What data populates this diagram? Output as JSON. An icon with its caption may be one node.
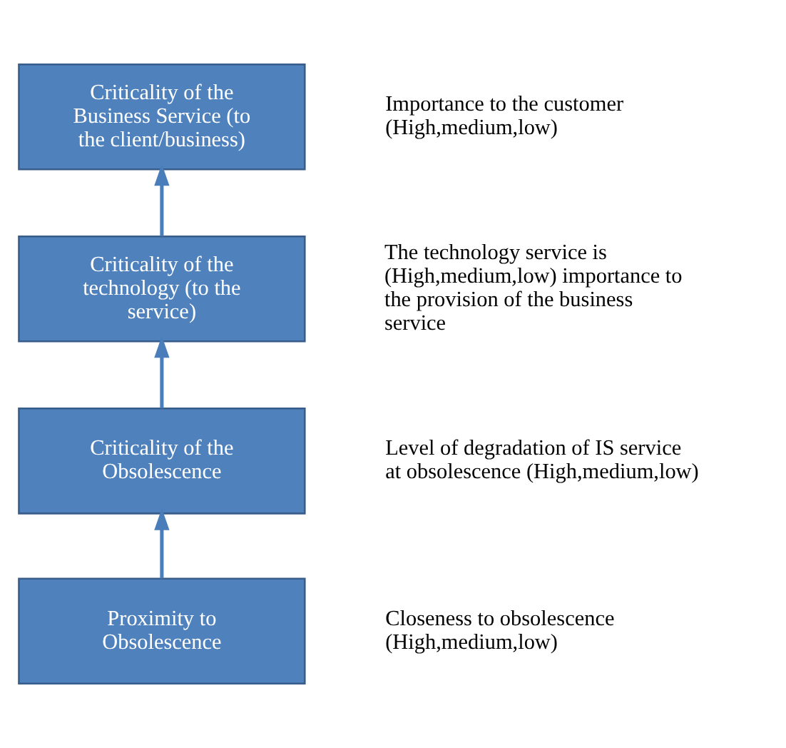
{
  "diagram": {
    "nodes": [
      {
        "text": [
          "Criticality of the Business Service (to the client/business)"
        ],
        "beside": [
          "Importance to the customer (High,medium,low)"
        ]
      },
      {
        "text": [
          "Criticality of the technology (to the service)"
        ],
        "beside": [
          "The technology service is (High,medium,low) importance to the provision of the business service"
        ]
      },
      {
        "text": [
          "Criticality of the Obsolescence"
        ],
        "beside": [
          "Level of degradation of IS service at obsolescence (High,medium,low)"
        ]
      },
      {
        "text": [
          "Proximity to Obsolescence"
        ],
        "beside": [
          "Closeness to obsolescence (High,medium,low)"
        ]
      }
    ],
    "edges": [
      {
        "from": 3,
        "to": 2,
        "arrow": "to"
      },
      {
        "from": 2,
        "to": 1,
        "arrow": "to"
      },
      {
        "from": 1,
        "to": 0,
        "arrow": "to"
      }
    ]
  }
}
